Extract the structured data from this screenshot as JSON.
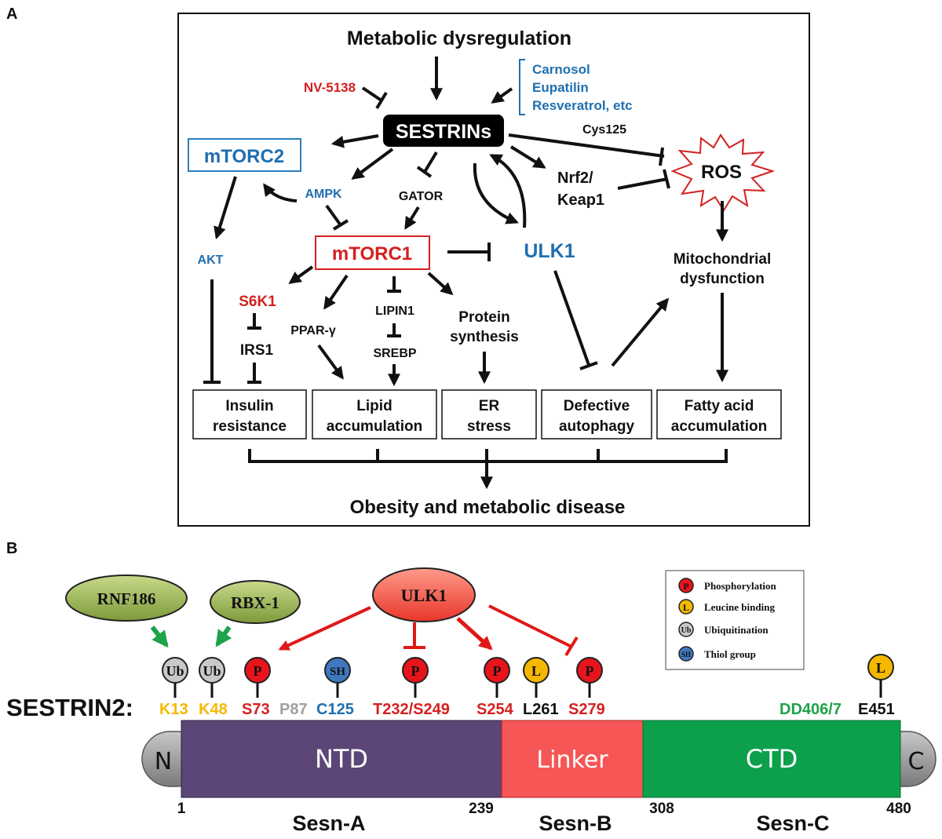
{
  "panelA": {
    "label": "A",
    "top": "Metabolic dysregulation",
    "nv": "NV-5138",
    "activators": [
      "Carnosol",
      "Eupatilin",
      "Resveratrol, etc"
    ],
    "sestrins": "SESTRINs",
    "cys": "Cys125",
    "mtorc2": "mTORC2",
    "ampk": "AMPK",
    "gator": "GATOR",
    "nrf2": "Nrf2/",
    "keap1": "Keap1",
    "ros": "ROS",
    "akt": "AKT",
    "mtorc1": "mTORC1",
    "ulk1": "ULK1",
    "mito1": "Mitochondrial",
    "mito2": "dysfunction",
    "s6k1": "S6K1",
    "irs1": "IRS1",
    "ppar": "PPAR-γ",
    "lipin1": "LIPIN1",
    "srebp": "SREBP",
    "prot1": "Protein",
    "prot2": "synthesis",
    "outcomes": [
      {
        "l1": "Insulin",
        "l2": "resistance"
      },
      {
        "l1": "Lipid",
        "l2": "accumulation"
      },
      {
        "l1": "ER",
        "l2": "stress"
      },
      {
        "l1": "Defective",
        "l2": "autophagy"
      },
      {
        "l1": "Fatty acid",
        "l2": "accumulation"
      }
    ],
    "bottom": "Obesity and metabolic disease"
  },
  "panelB": {
    "label": "B",
    "rnf186": "RNF186",
    "rbx1": "RBX-1",
    "ulk1": "ULK1",
    "legend": [
      {
        "glyph": "P",
        "text": "Phosphorylation",
        "color": "#e8141c"
      },
      {
        "glyph": "L",
        "text": "Leucine binding",
        "color": "#f5b800"
      },
      {
        "glyph": "Ub",
        "text": "Ubiquitination",
        "color": "#c8c8c8"
      },
      {
        "glyph": "SH",
        "text": "Thiol group",
        "color": "#3f78c0"
      }
    ],
    "protein": "SESTRIN2:",
    "sites": [
      {
        "label": "K13",
        "color": "#f5b800"
      },
      {
        "label": "K48",
        "color": "#f5b800"
      },
      {
        "label": "S73",
        "color": "#d42020"
      },
      {
        "label": "P87",
        "color": "#a0a0a0"
      },
      {
        "label": "C125",
        "color": "#1f6fb0"
      },
      {
        "label": "T232/S249",
        "color": "#d42020"
      },
      {
        "label": "S254",
        "color": "#d42020"
      },
      {
        "label": "L261",
        "color": "#111111"
      },
      {
        "label": "S279",
        "color": "#d42020"
      },
      {
        "label": "DD406/7",
        "color": "#1ea24a"
      },
      {
        "label": "E451",
        "color": "#111111"
      }
    ],
    "domains": {
      "n": "N",
      "ntd": "NTD",
      "linker": "Linker",
      "ctd": "CTD",
      "c": "C"
    },
    "positions": [
      "1",
      "239",
      "308",
      "480"
    ],
    "segments": [
      "Sesn-A",
      "Sesn-B",
      "Sesn-C"
    ]
  }
}
